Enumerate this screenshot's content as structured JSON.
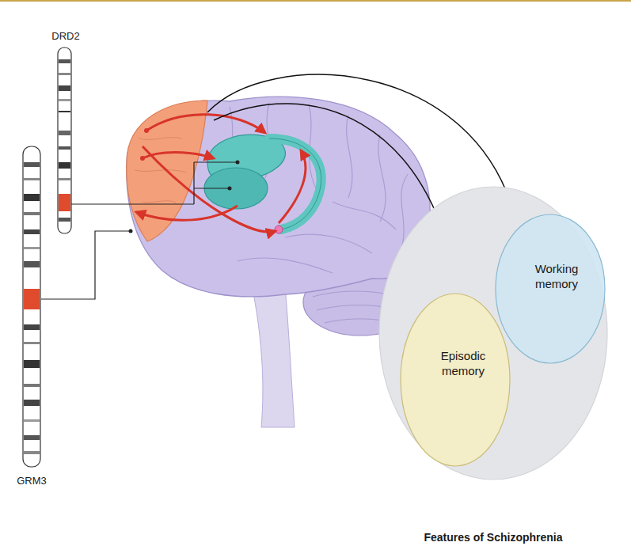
{
  "diagram": {
    "nodes": [
      {
        "text": [
          "Features of Schizophrenia"
        ]
      },
      {
        "text": [
          "Working memory"
        ],
        "in": 0
      },
      {
        "text": [
          "Episodic memory"
        ],
        "in": 0
      }
    ],
    "labels": [
      "DRD2",
      "GRM3"
    ]
  }
}
